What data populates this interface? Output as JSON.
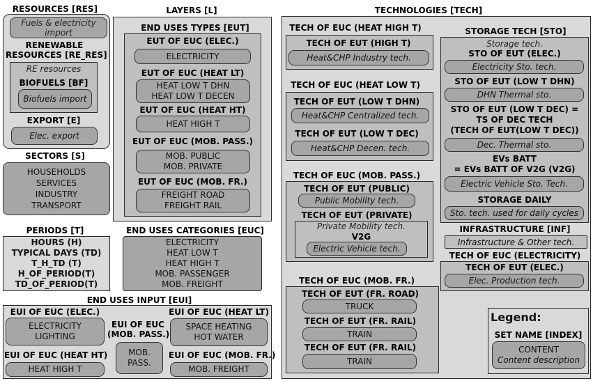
{
  "resources": {
    "title": "RESOURCES [RES]",
    "fuels": "Fuels & electricity import",
    "renewable_title_1": "RENEWABLE",
    "renewable_title_2": "RESOURCES [RE_RES]",
    "re_resources": "RE resources",
    "biofuels_title": "BIOFUELS [BF]",
    "biofuels_import": "Biofuels import",
    "export_title": "EXPORT [E]",
    "elec_export": "Elec. export"
  },
  "sectors": {
    "title": "SECTORS [S]",
    "items": [
      "HOUSEHOLDS",
      "SERVICES",
      "INDUSTRY",
      "TRANSPORT"
    ]
  },
  "periods": {
    "title": "PERIODS [T]",
    "items": [
      "HOURS (H)",
      "TYPICAL DAYS (TD)",
      "T_H_TD (T)",
      "H_OF_PERIOD(T)",
      "TD_OF_PERIOD(T)"
    ]
  },
  "layers": {
    "title": "LAYERS [L]",
    "eut_title": "END USES TYPES [EUT]",
    "groups": [
      {
        "title": "EUT OF EUC (ELEC.)",
        "items": [
          "ELECTRICITY"
        ]
      },
      {
        "title": "EUT OF EUC (HEAT LT)",
        "items": [
          "HEAT LOW T DHN",
          "HEAT LOW T DECEN"
        ]
      },
      {
        "title": "EUT OF EUC (HEAT HT)",
        "items": [
          "HEAT HIGH T"
        ]
      },
      {
        "title": "EUT OF EUC (MOB. PASS.)",
        "items": [
          "MOB. PUBLIC",
          "MOB. PRIVATE"
        ]
      },
      {
        "title": "EUT OF EUC (MOB. FR.)",
        "items": [
          "FREIGHT ROAD",
          "FREIGHT RAIL"
        ]
      }
    ]
  },
  "euc": {
    "title": "END USES CATEGORIES [EUC]",
    "items": [
      "ELECTRICITY",
      "HEAT LOW T",
      "HEAT HIGH T",
      "MOB. PASSENGER",
      "MOB. FREIGHT"
    ]
  },
  "eui": {
    "title": "END USES INPUT [EUI]",
    "elec_title": "EUI OF EUC (ELEC.)",
    "elec_items": [
      "ELECTRICITY",
      "LIGHTING"
    ],
    "mob_pass_title_1": "EUI OF EUC",
    "mob_pass_title_2": "(MOB. PASS.)",
    "mob_pass_items": [
      "MOB.",
      "PASS."
    ],
    "heat_lt_title": "EUI OF EUC (HEAT LT)",
    "heat_lt_items": [
      "SPACE HEATING",
      "HOT WATER"
    ],
    "heat_ht_title": "EUI OF EUC (HEAT HT)",
    "heat_ht_item": "HEAT HIGH T",
    "mob_fr_title": "EUI OF EUC (MOB. FR.)",
    "mob_fr_item": "MOB. FREIGHT"
  },
  "tech": {
    "title": "TECHNOLOGIES [TECH]",
    "heat_high": {
      "title": "TECH OF EUC (HEAT HIGH T)",
      "sub_title": "TECH OF EUT (HIGH T)",
      "item": "Heat&CHP Industry tech."
    },
    "heat_low": {
      "title": "TECH OF EUC (HEAT LOW T)",
      "dhn_title": "TECH OF EUT (LOW T DHN)",
      "dhn_item": "Heat&CHP Centralized tech.",
      "dec_title": "TECH OF EUT (LOW T DEC)",
      "dec_item": "Heat&CHP Decen. tech."
    },
    "mob_pass": {
      "title": "TECH OF EUC (MOB. PASS.)",
      "public_title": "TECH OF EUT (PUBLIC)",
      "public_item": "Public Mobility tech.",
      "private_title": "TECH OF EUT (PRIVATE)",
      "private_label": "Private Mobility tech.",
      "v2g_title": "V2G",
      "v2g_item": "Electric Vehicle tech."
    },
    "mob_fr": {
      "title": "TECH OF EUC (MOB. FR.)",
      "road_title": "TECH OF EUT (FR. ROAD)",
      "road_item": "TRUCK",
      "rail_title_1": "TECH OF EUT (FR. RAIL)",
      "rail_item_1": "TRAIN",
      "rail_title_2": "TECH OF EUT (FR. RAIL)",
      "rail_item_2": "TRAIN"
    }
  },
  "storage": {
    "title": "STORAGE TECH [STO]",
    "subtitle": "Storage tech.",
    "elec_title": "STO OF EUT (ELEC.)",
    "elec_item": "Electricity Sto. tech.",
    "dhn_title": "STO OF EUT (LOW T DHN)",
    "dhn_item": "DHN Thermal sto.",
    "dec_title_1": "STO OF EUT (LOW T DEC) =",
    "dec_title_2": "TS OF DEC TECH",
    "dec_title_3": "(TECH OF EUT(LOW T DEC))",
    "dec_item": "Dec. Thermal sto.",
    "evs_title_1": "EVs BATT",
    "evs_title_2": "= EVs BATT OF V2G (V2G)",
    "evs_item": "Electric Vehicle Sto. Tech.",
    "daily_title": "STORAGE DAILY",
    "daily_item": "Sto. tech. used for daily cycles"
  },
  "infra": {
    "title": "INFRASTRUCTURE [INF]",
    "item": "Infrastructure & Other tech."
  },
  "tech_elec": {
    "title": "TECH OF EUC (ELECTRICITY)",
    "sub_title": "TECH OF EUT (ELEC.)",
    "item": "Elec. Production tech."
  },
  "legend": {
    "title": "Legend:",
    "set_name": "SET NAME [INDEX]",
    "content": "CONTENT",
    "description": "Content description"
  }
}
